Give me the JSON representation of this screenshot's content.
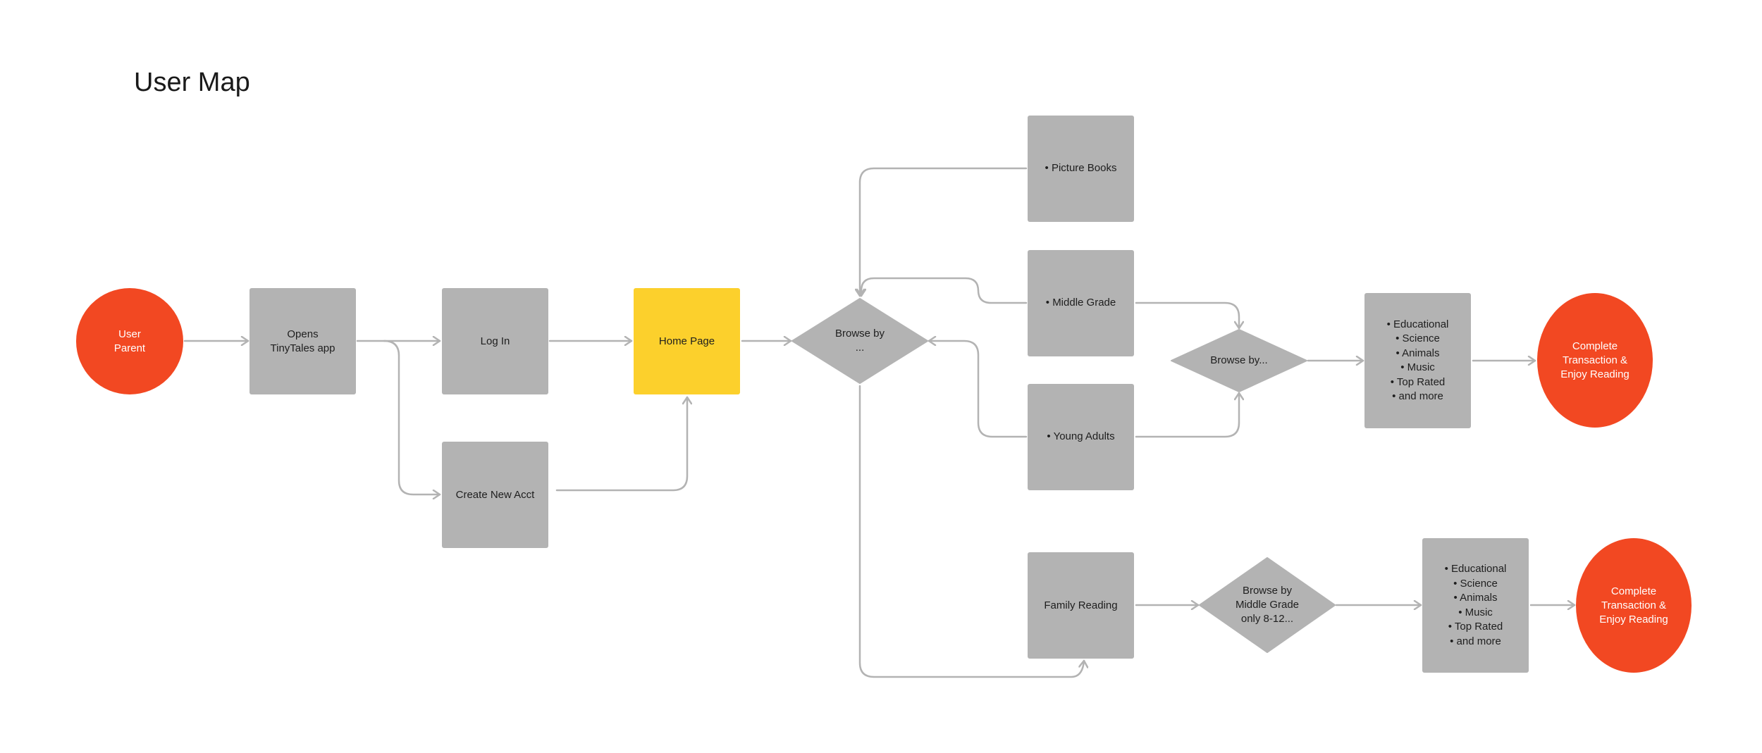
{
  "title": "User Map",
  "colors": {
    "box": "#b3b3b3",
    "home": "#fcd02c",
    "terminal": "#f24822",
    "connector": "#b3b3b3"
  },
  "nodes": {
    "user_parent": [
      "User",
      "Parent"
    ],
    "opens_app": [
      "Opens",
      "TinyTales app"
    ],
    "log_in": "Log In",
    "create_account": "Create New Acct",
    "home_page": "Home Page",
    "browse_by_main": [
      "Browse by",
      "..."
    ],
    "picture_books": "Picture Books",
    "middle_grade": "Middle Grade",
    "young_adults": "Young Adults",
    "browse_by_second": "Browse by...",
    "categories_top": [
      "Educational",
      "Science",
      "Animals",
      "Music",
      "Top Rated",
      "and more"
    ],
    "complete_top": [
      "Complete",
      "Transaction &",
      "Enjoy Reading"
    ],
    "family_reading": "Family Reading",
    "browse_by_middle_grade": [
      "Browse by",
      "Middle Grade",
      "only 8-12..."
    ],
    "categories_bottom": [
      "Educational",
      "Science",
      "Animals",
      "Music",
      "Top Rated",
      "and more"
    ],
    "complete_bottom": [
      "Complete",
      "Transaction &",
      "Enjoy Reading"
    ]
  }
}
